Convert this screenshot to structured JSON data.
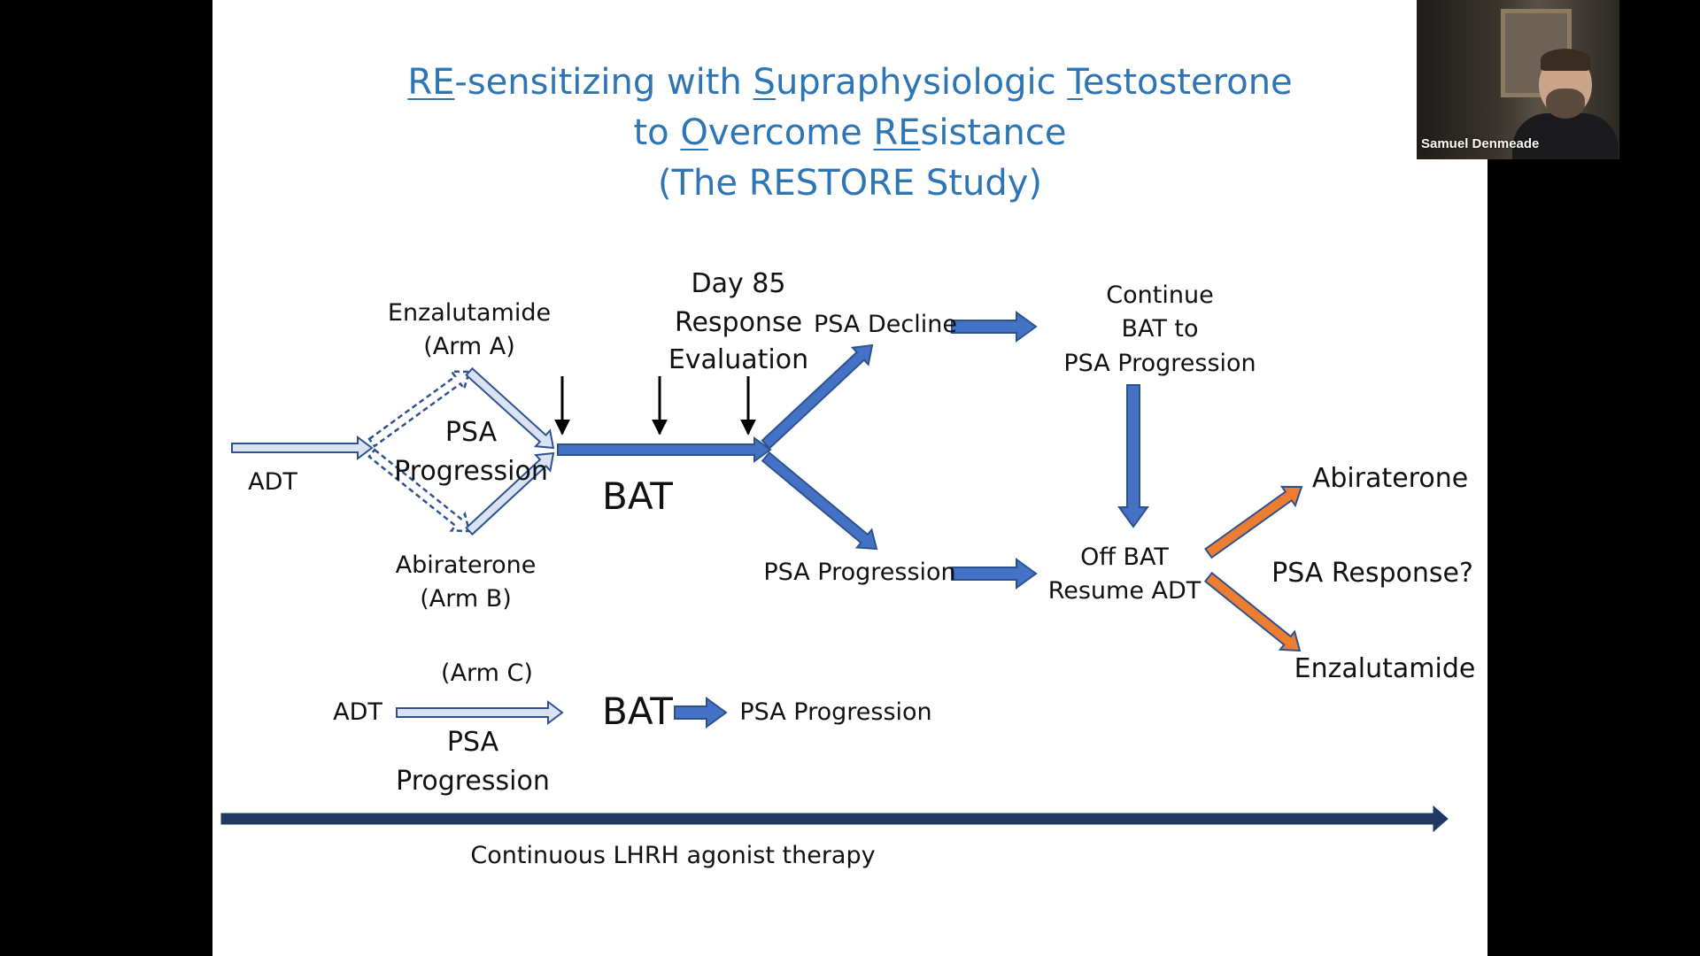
{
  "title": {
    "line1": [
      {
        "t": "RE",
        "u": true
      },
      {
        "t": "-sensitizing with ",
        "u": false
      },
      {
        "t": "S",
        "u": true
      },
      {
        "t": "upraphysiologic ",
        "u": false
      },
      {
        "t": "T",
        "u": true
      },
      {
        "t": "estosterone",
        "u": false
      }
    ],
    "line2": [
      {
        "t": "to ",
        "u": false
      },
      {
        "t": "O",
        "u": true
      },
      {
        "t": "vercome ",
        "u": false
      },
      {
        "t": "RE",
        "u": true
      },
      {
        "t": "sistance",
        "u": false
      }
    ],
    "line3": "(The RESTORE Study)"
  },
  "labels": {
    "enz_arm_a_1": "Enzalutamide",
    "enz_arm_a_2": "(Arm A)",
    "psa_1": "PSA",
    "psa_2": "Progression",
    "adt_top": "ADT",
    "abi_arm_b_1": "Abiraterone",
    "abi_arm_b_2": "(Arm B)",
    "day85_1": "Day 85",
    "day85_2": "Response",
    "day85_3": "Evaluation",
    "bat_main": "BAT",
    "psa_decline": "PSA Decline",
    "psa_progression_mid": "PSA Progression",
    "continue_1": "Continue",
    "continue_2": "BAT to",
    "continue_3": "PSA Progression",
    "off_bat_1": "Off BAT",
    "off_bat_2": "Resume ADT",
    "abiraterone_right": "Abiraterone",
    "psa_response": "PSA Response?",
    "enzalutamide_right": "Enzalutamide",
    "arm_c": "(Arm C)",
    "adt_c": "ADT",
    "bat_c": "BAT",
    "psa_progression_c": "PSA Progression",
    "psa_c_1": "PSA",
    "psa_c_2": "Progression",
    "lhrh": "Continuous LHRH agonist therapy"
  },
  "colors": {
    "title": "#2e75b6",
    "arrow_fill": "#4472c4",
    "arrow_stroke": "#2f528f",
    "light_fill": "#dae3f3",
    "orange_fill": "#ed7d31",
    "timeline": "#1f3864"
  },
  "participant": {
    "name": "Samuel Denmeade"
  }
}
